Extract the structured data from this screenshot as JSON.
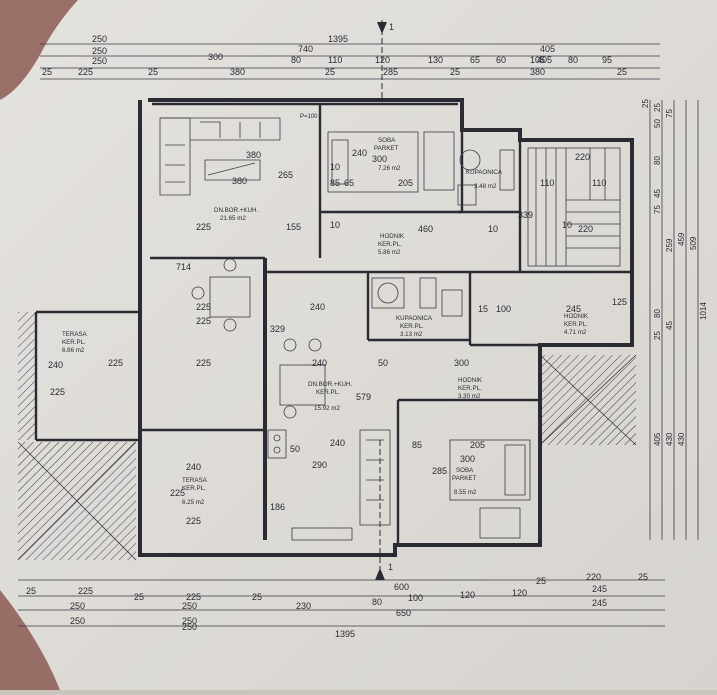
{
  "section_marks": {
    "top": "1",
    "bottom": "1"
  },
  "dims_top": {
    "row1": [
      "250",
      "1395",
      "405"
    ],
    "row2": [
      "250",
      "740",
      "405"
    ],
    "row3": [
      "250",
      "300",
      "80",
      "110",
      "120",
      "130",
      "65",
      "60",
      "105",
      "80",
      "95"
    ],
    "row4": [
      "25",
      "225",
      "25",
      "380",
      "25",
      "285",
      "25",
      "380",
      "25"
    ]
  },
  "dims_bottom": {
    "row1": [
      "25",
      "225",
      "25",
      "225",
      "25",
      "600",
      "25",
      "220",
      "25"
    ],
    "row2": [
      "250",
      "250",
      "230",
      "80",
      "100",
      "120",
      "120",
      "245"
    ],
    "row3": [
      "250",
      "250",
      "650",
      "245"
    ],
    "row4": [
      "250",
      "1395"
    ]
  },
  "dims_right": [
    "25",
    "50",
    "25",
    "75",
    "80",
    "45",
    "75",
    "459",
    "259",
    "509",
    "1014",
    "25",
    "80",
    "45",
    "405",
    "430",
    "430"
  ],
  "rooms": [
    {
      "id": "dn-bor-top",
      "name": "DN.BOR.+KUH.",
      "area": "21.65 m2"
    },
    {
      "id": "soba-top",
      "name": "SOBA",
      "floor": "PARKET",
      "area": "7.26 m2"
    },
    {
      "id": "kupaonica-top",
      "name": "KUPAONICA",
      "area": "3.48 m2"
    },
    {
      "id": "hodnik-top",
      "name": "HODNIK",
      "floor": "KER.PL.",
      "area": "5.86 m2"
    },
    {
      "id": "terasa-left",
      "name": "TERASA",
      "floor": "KER.PL.",
      "area": "6.86 m2"
    },
    {
      "id": "kupaonica-mid",
      "name": "KUPAONICA",
      "floor": "KER.PL.",
      "area": "3.13 m2"
    },
    {
      "id": "hodnik-right",
      "name": "HODNIK",
      "floor": "KER.PL.",
      "area": "4.71 m2"
    },
    {
      "id": "dn-bor-mid",
      "name": "DN.BOR.+KUH.",
      "floor": "KER.PL.",
      "area": "15.92 m2"
    },
    {
      "id": "hodnik-mid",
      "name": "HODNIK",
      "floor": "KER.PL.",
      "area": "3.30 m2"
    },
    {
      "id": "terasa-bottom",
      "name": "TERASA",
      "floor": "KER.PL.",
      "area": "6.25 m2"
    },
    {
      "id": "soba-bottom",
      "name": "SOBA",
      "floor": "PARKET",
      "area": "8.55 m2"
    }
  ],
  "inner_dims": [
    "380",
    "380",
    "225",
    "265",
    "155",
    "240",
    "300",
    "205",
    "10",
    "85",
    "10",
    "65",
    "460",
    "10",
    "220",
    "110",
    "110",
    "339",
    "10",
    "220",
    "714",
    "240",
    "329",
    "225",
    "225",
    "240",
    "225",
    "225",
    "240",
    "50",
    "300",
    "245",
    "15",
    "100",
    "579",
    "240",
    "290",
    "50",
    "85",
    "205",
    "300",
    "285",
    "186",
    "225",
    "240",
    "225",
    "225",
    "125",
    "P=100"
  ]
}
